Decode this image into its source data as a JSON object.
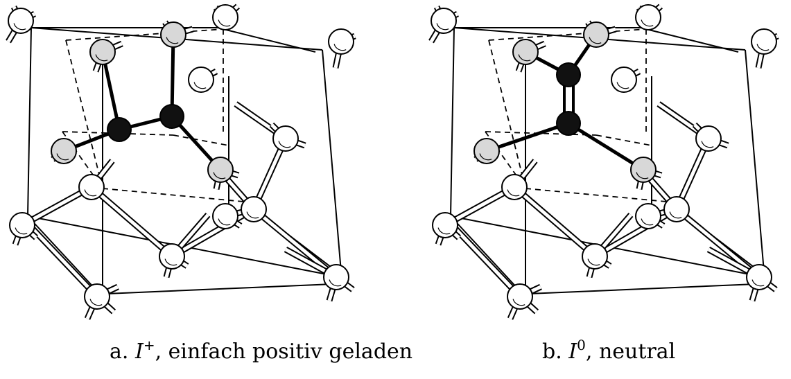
{
  "panels": [
    {
      "id": "a",
      "caption": {
        "prefix": "a.",
        "symbol": "I",
        "superscript": "+",
        "text": ", einfach positiv geladen"
      },
      "interstitial_configuration": "split (two separated interstitial atoms)"
    },
    {
      "id": "b",
      "caption": {
        "prefix": "b.",
        "symbol": "I",
        "superscript": "0",
        "text": ", neutral"
      },
      "interstitial_configuration": "dumbbell (bonded interstitial pair)"
    }
  ],
  "atom_styles": {
    "lattice": "#ffffff",
    "neighbor": "#d8d8d8",
    "interstitial": "#111111",
    "outline": "#000000"
  }
}
